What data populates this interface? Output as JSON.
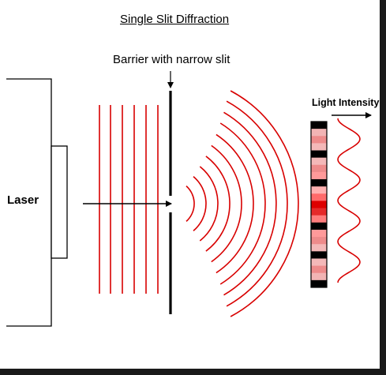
{
  "title": "Single Slit Diffraction",
  "barrier_label": "Barrier with narrow slit",
  "laser_label": "Laser",
  "intensity_label": "Light Intensity",
  "colors": {
    "wave": "#d80000",
    "ink": "#000000",
    "frame": "#1a1a1a"
  },
  "intensity_pattern": [
    "#000000",
    "#f2b4b4",
    "#ee8b8b",
    "#f4b8b8",
    "#000000",
    "#f4b8b8",
    "#ee8b8b",
    "#ff9a9a",
    "#000000",
    "#ffb0b0",
    "#ff6a6a",
    "#dd0000",
    "#e52a2a",
    "#ff7c7c",
    "#000000",
    "#ff9a9a",
    "#ee8b8b",
    "#f4b8b8",
    "#000000",
    "#f4b8b8",
    "#ee8b8b",
    "#f2b4b4",
    "#000000"
  ]
}
